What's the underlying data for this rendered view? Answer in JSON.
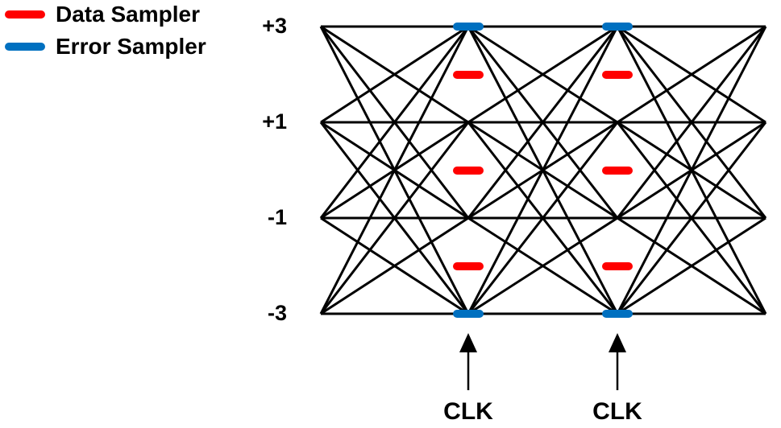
{
  "legend": {
    "data_sampler": {
      "label": "Data Sampler",
      "color": "#ff0000"
    },
    "error_sampler": {
      "label": "Error Sampler",
      "color": "#0070c0"
    }
  },
  "levels": [
    "+3",
    "+1",
    "-1",
    "-3"
  ],
  "clock_labels": [
    "CLK",
    "CLK"
  ],
  "colors": {
    "lines": "#000000",
    "background": "#ffffff"
  }
}
